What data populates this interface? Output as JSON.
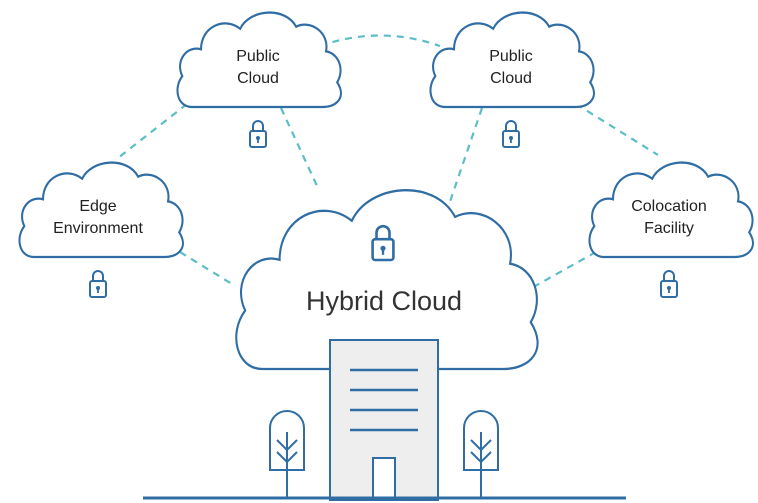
{
  "clouds": {
    "public_left": {
      "line1": "Public",
      "line2": "Cloud"
    },
    "public_right": {
      "line1": "Public",
      "line2": "Cloud"
    },
    "edge": {
      "line1": "Edge",
      "line2": "Environment"
    },
    "colocation": {
      "line1": "Colocation",
      "line2": "Facility"
    },
    "hybrid": {
      "title": "Hybrid Cloud"
    }
  },
  "colors": {
    "outline": "#2f6da4",
    "connector": "#5bbec6",
    "building_fill": "#eeeeee"
  },
  "icons": [
    "lock-icon",
    "building-icon",
    "tree-icon"
  ]
}
